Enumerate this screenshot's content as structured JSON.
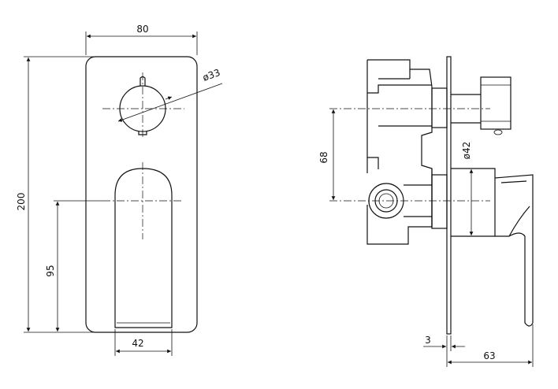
{
  "front_view": {
    "dims": {
      "width": "80",
      "height": "200",
      "knob_diameter": "ø33",
      "lever_center_height": "95",
      "lever_width": "42"
    }
  },
  "side_view": {
    "dims": {
      "outlet_spacing": "68",
      "trim_diameter": "ø42",
      "plate_thickness": "3",
      "projection": "63"
    }
  }
}
